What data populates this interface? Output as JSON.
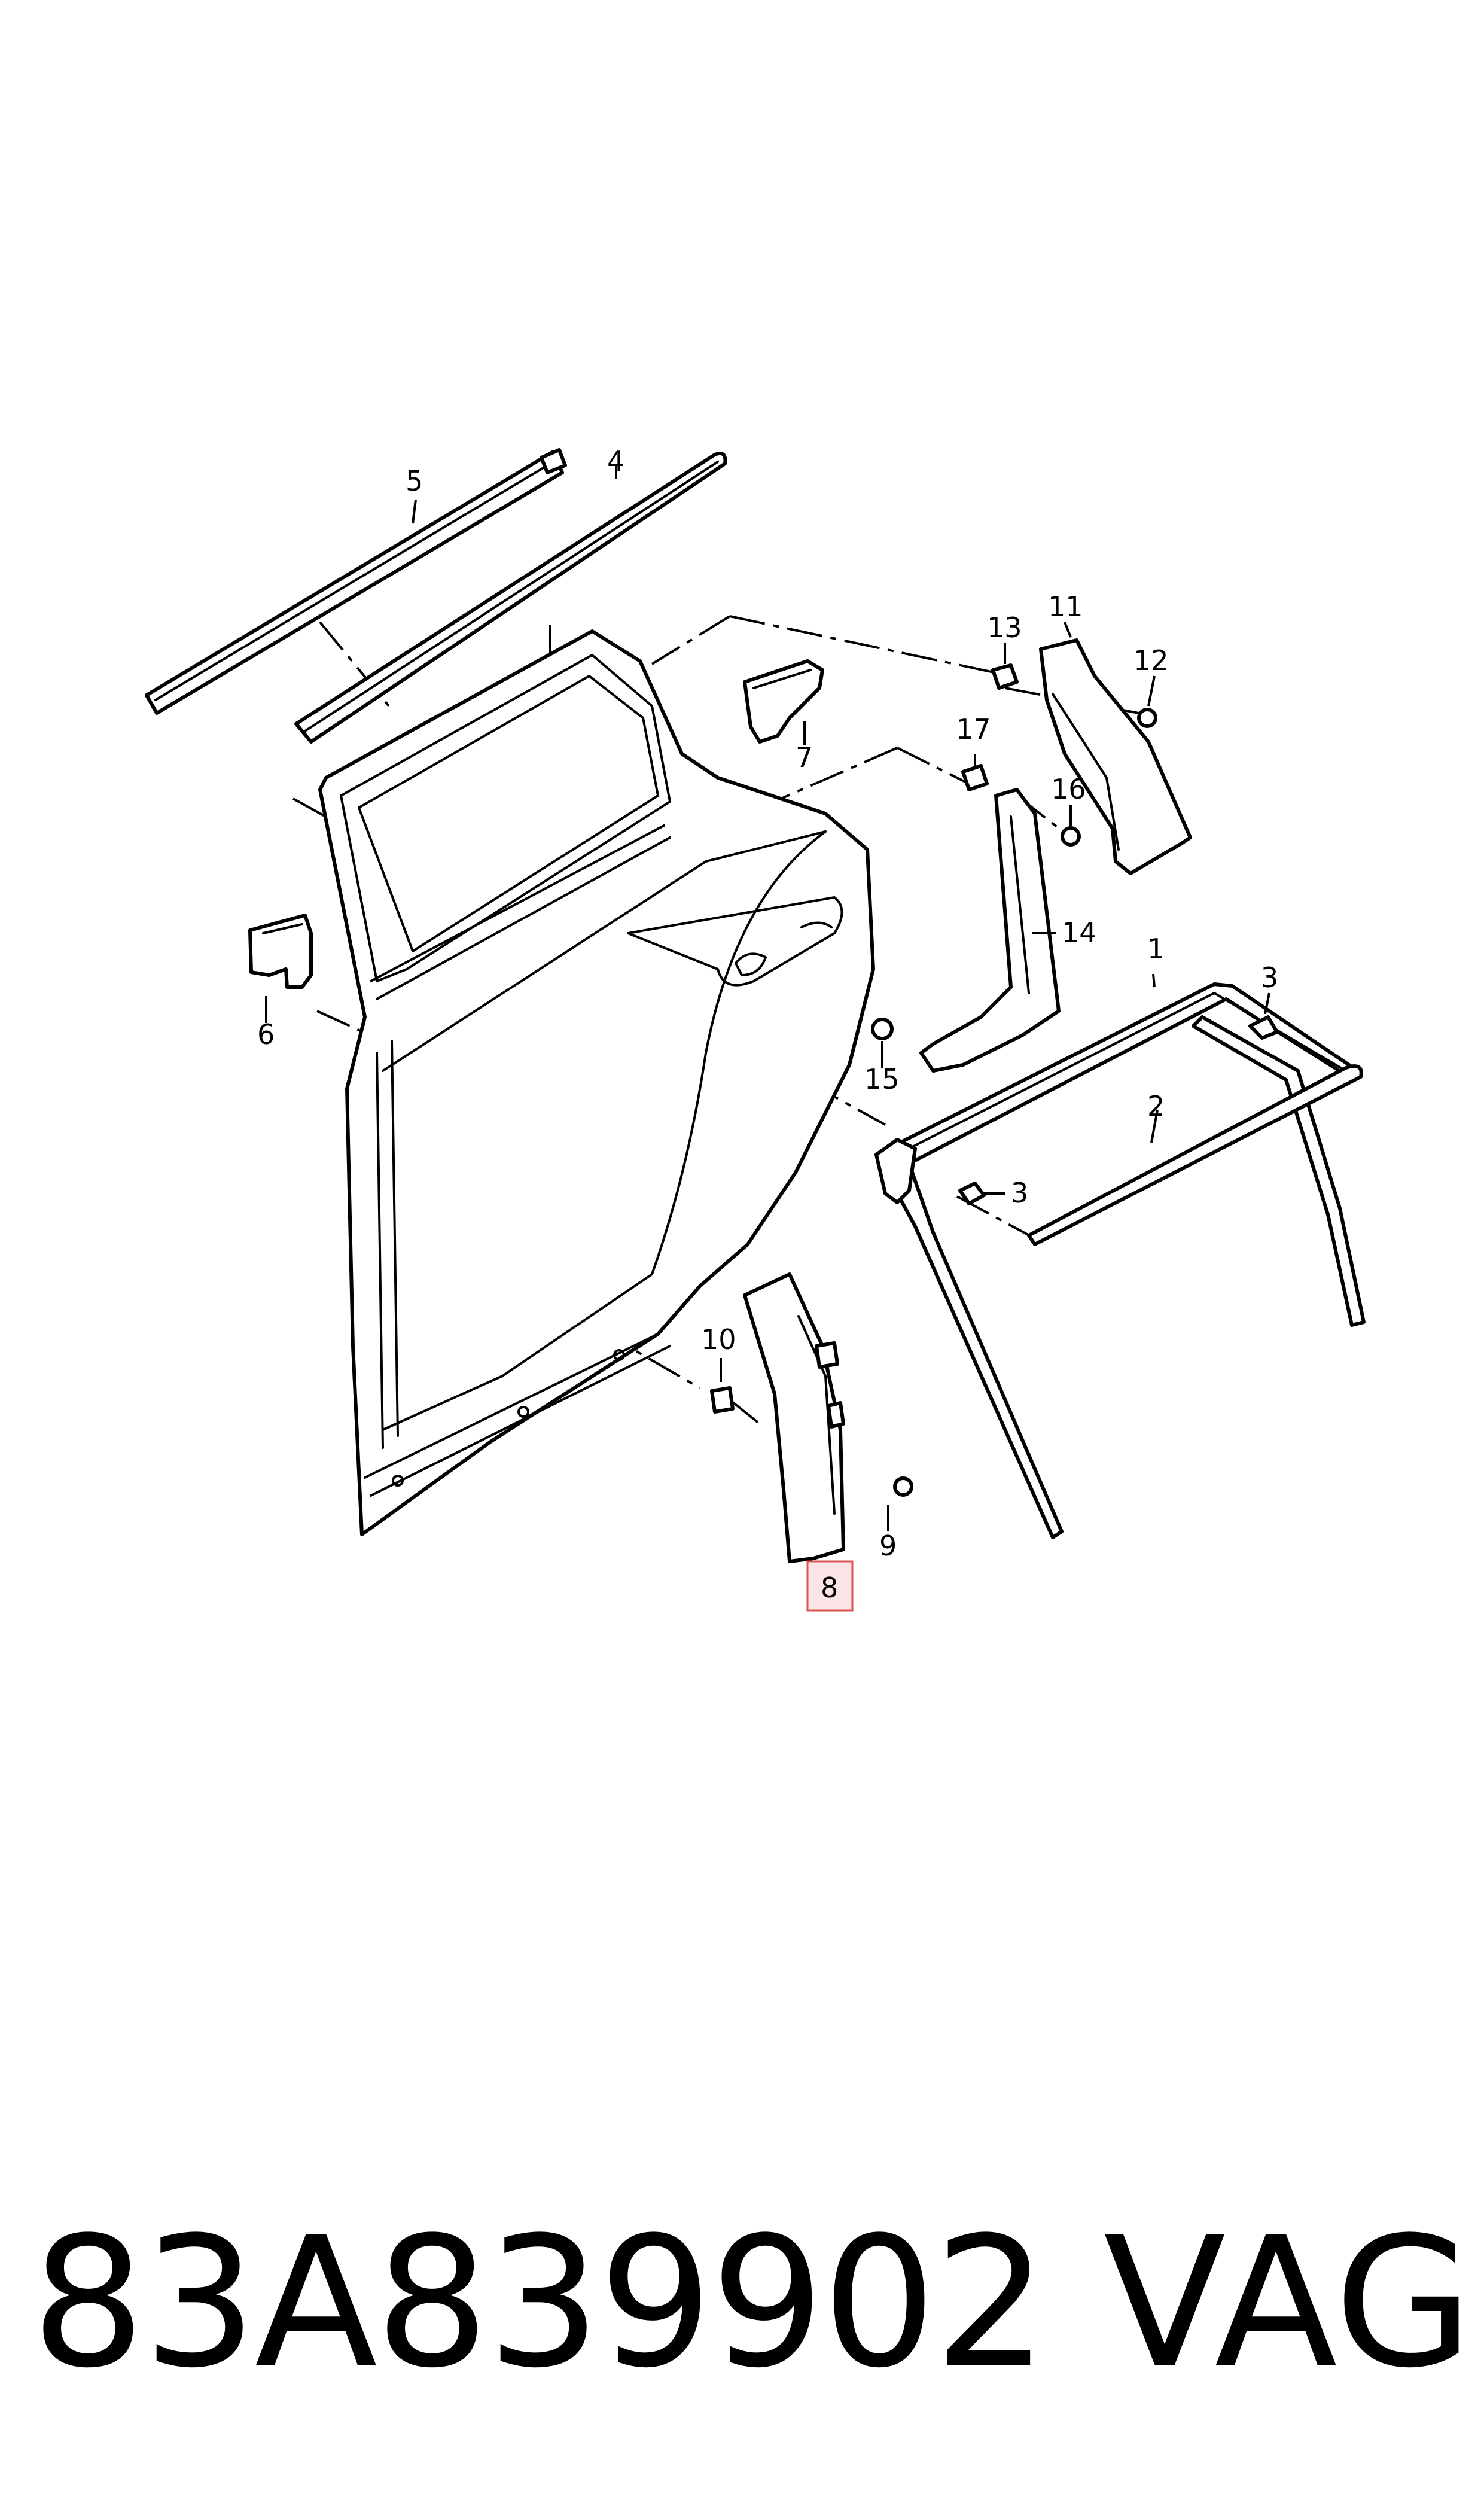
{
  "diagram": {
    "callouts": [
      "1",
      "2",
      "3",
      "3",
      "4",
      "5",
      "6",
      "7",
      "8",
      "9",
      "10",
      "11",
      "12",
      "13",
      "14",
      "15",
      "16",
      "17"
    ],
    "highlighted_callout": "8"
  },
  "footer": {
    "part_number": "83A839902",
    "brand": "VAG"
  }
}
